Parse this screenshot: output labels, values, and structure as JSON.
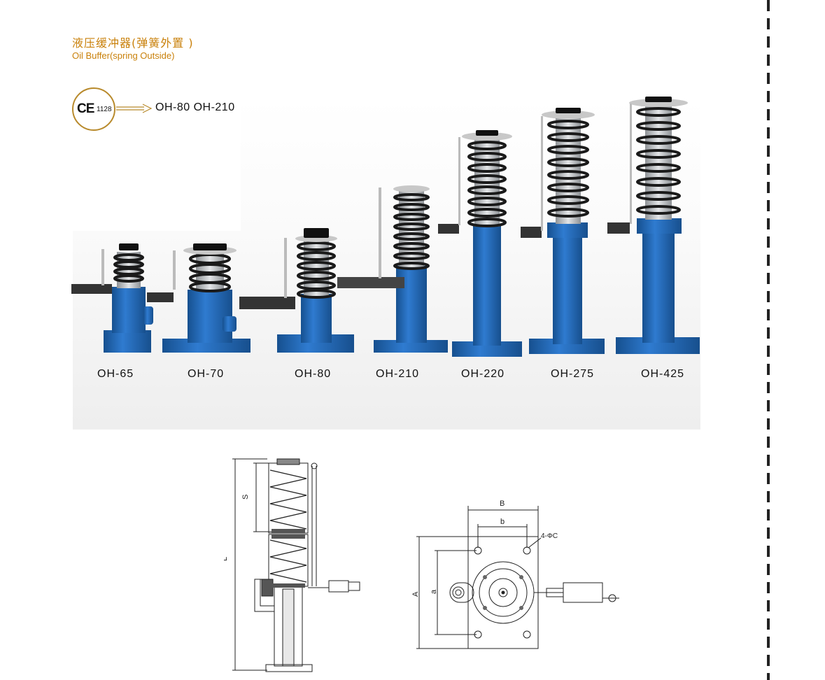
{
  "header": {
    "title_cn": "液压缓冲器(弹簧外置 )",
    "title_en": "Oil Buffer(spring Outside)"
  },
  "certification": {
    "mark": "CE",
    "number": "1128",
    "models": "OH-80  OH-210"
  },
  "products": [
    {
      "model": "OH-65"
    },
    {
      "model": "OH-70"
    },
    {
      "model": "OH-80"
    },
    {
      "model": "OH-210"
    },
    {
      "model": "OH-220"
    },
    {
      "model": "OH-275"
    },
    {
      "model": "OH-425"
    }
  ],
  "drawing_side": {
    "stroke_label": "S",
    "length_label": "L"
  },
  "drawing_plan": {
    "width_label": "B",
    "hole_spacing_b_label": "b",
    "holes_label": "4-ΦC",
    "depth_label": "A",
    "hole_spacing_a_label": "a"
  },
  "colors": {
    "title": "#c9800a",
    "buffer_blue": "#1f63b0",
    "spring": "#1a1a1a",
    "chrome": "#b9bcc0"
  }
}
